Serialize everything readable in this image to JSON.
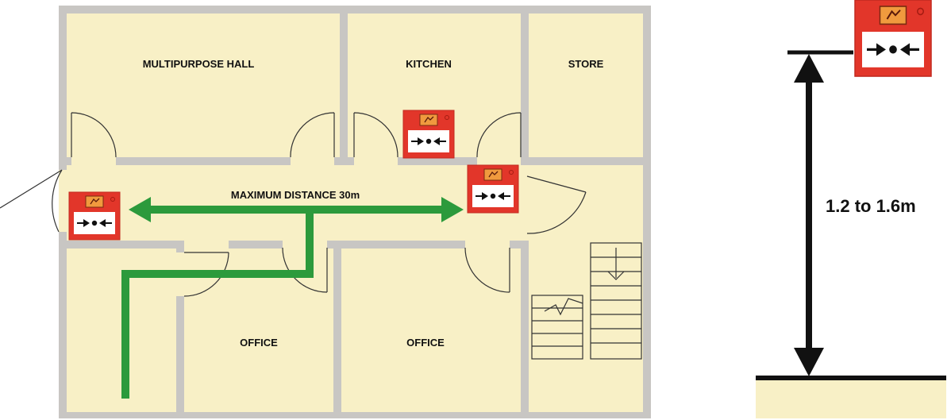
{
  "rooms": {
    "multipurpose_hall": "MULTIPURPOSE HALL",
    "kitchen": "KITCHEN",
    "store": "STORE",
    "office_left": "OFFICE",
    "office_right": "OFFICE"
  },
  "distance_label": "MAXIMUM DISTANCE 30m",
  "mounting_height_label": "1.2 to 1.6m",
  "icons": {
    "call_point": "fire-alarm-call-point-icon",
    "route": "travel-route",
    "stairs": "stairs"
  },
  "colors": {
    "floor": "#f8f0c6",
    "wall": "#c8c6c3",
    "route": "#2c9a3c",
    "call_point_red": "#e2362a",
    "dimension": "#111111",
    "ground": "#f8f0c6"
  }
}
